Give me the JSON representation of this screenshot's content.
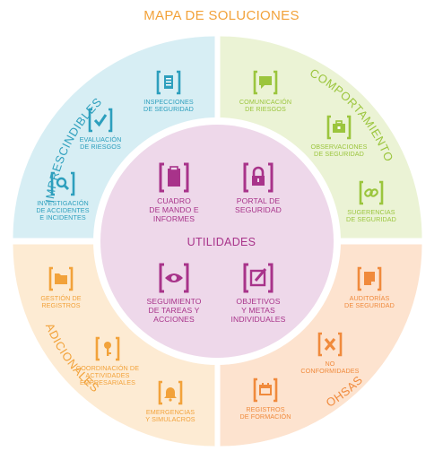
{
  "title": "MAPA DE SOLUCIONES",
  "center": {
    "title": "UTILIDADES"
  },
  "colors": {
    "blue": "#2d9fbd",
    "blue_bg": "#d7eef4",
    "green": "#9bc53d",
    "green_bg": "#ebf3d5",
    "orange": "#f08a3c",
    "orange_bg": "#fde3cf",
    "yellow": "#f2a23a",
    "yellow_bg": "#fdebd3",
    "magenta": "#a8338a",
    "center_bg": "#eed8ea",
    "center_ring": "#ffffff",
    "title": "#f2a23a",
    "center_title": "#a8338a"
  },
  "quadrants": {
    "imprescindibles": {
      "label": "IMPRESCINDIBLES",
      "items": [
        {
          "label": "INSPECCIONES\nDE SEGURIDAD",
          "icon": "clipboard-list-icon"
        },
        {
          "label": "EVALUACIÓN\nDE RIESGOS",
          "icon": "checkmark-icon"
        },
        {
          "label": "INVESTIGACIÓN\nDE ACCIDENTES\nE INCIDENTES",
          "icon": "magnifier-icon"
        }
      ]
    },
    "comportamiento": {
      "label": "COMPORTAMIENTO",
      "items": [
        {
          "label": "COMUNICACIÓN\nDE RIESGOS",
          "icon": "speech-bubble-icon"
        },
        {
          "label": "OBSERVACIONES\nDE SEGURIDAD",
          "icon": "briefcase-icon"
        },
        {
          "label": "SUGERENCIAS\nDE SEGURIDAD",
          "icon": "link-icon"
        }
      ]
    },
    "adicionales": {
      "label": "ADICIONALES",
      "items": [
        {
          "label": "GESTIÓN DE\nREGISTROS",
          "icon": "folder-icon"
        },
        {
          "label": "COORDINACIÓN DE\nACTIVIDADES\nEMPRESARIALES",
          "icon": "key-icon"
        },
        {
          "label": "EMERGENCIAS\nY SIMULACROS",
          "icon": "bell-icon"
        }
      ]
    },
    "ohsas": {
      "label": "OHSAS",
      "items": [
        {
          "label": "AUDITORÍAS\nDE SEGURIDAD",
          "icon": "document-icon"
        },
        {
          "label": "NO\nCONFORMIDADES",
          "icon": "x-mark-icon"
        },
        {
          "label": "REGISTROS\nDE FORMACIÓN",
          "icon": "calendar-icon"
        }
      ]
    }
  },
  "utilidades": [
    {
      "label": "CUADRO\nDE MANDO E\nINFORMES",
      "icon": "clipboard-icon"
    },
    {
      "label": "PORTAL DE\nSEGURIDAD",
      "icon": "lock-icon"
    },
    {
      "label": "SEGUIMIENTO\nDE TAREAS Y\nACCIONES",
      "icon": "eye-icon"
    },
    {
      "label": "OBJETIVOS\nY METAS\nINDIVIDUALES",
      "icon": "pencil-note-icon"
    }
  ]
}
